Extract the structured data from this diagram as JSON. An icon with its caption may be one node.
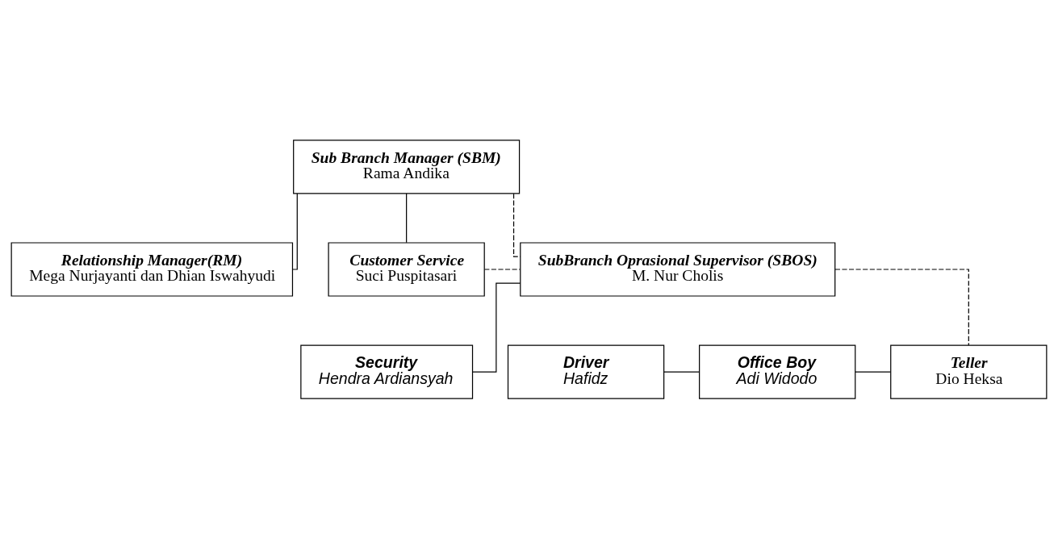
{
  "diagram": {
    "nodes": [
      {
        "text": [
          "Sub Branch Manager (SBM)",
          "Rama Andika"
        ]
      },
      {
        "text": [
          "Relationship Manager(RM)",
          "Mega Nurjayanti dan Dhian Iswahyudi"
        ]
      },
      {
        "text": [
          "Customer Service",
          "Suci Puspitasari"
        ]
      },
      {
        "text": [
          "SubBranch Oprasional Supervisor (SBOS)",
          "M. Nur Cholis"
        ]
      },
      {
        "text": [
          "Driver",
          "Hafidz"
        ]
      },
      {
        "text": [
          "Office Boy",
          "Adi Widodo"
        ]
      },
      {
        "text": [
          "Teller",
          "Dio Heksa"
        ]
      },
      {
        "text": [
          "Security",
          "Hendra Ardiansyah"
        ]
      }
    ],
    "edges": [
      {
        "from": 0,
        "to": 1,
        "arrow": "none"
      },
      {
        "from": 0,
        "to": 2,
        "arrow": "none"
      },
      {
        "from": 0,
        "to": 3,
        "arrow": "none",
        "style": "dashed"
      },
      {
        "from": 2,
        "to": 3,
        "arrow": "none",
        "style": "dashed"
      },
      {
        "from": 3,
        "to": 6,
        "arrow": "none",
        "style": "dashed"
      },
      {
        "from": 3,
        "to": 7,
        "arrow": "none"
      },
      {
        "from": 4,
        "to": 5,
        "arrow": "none"
      },
      {
        "from": 5,
        "to": 6,
        "arrow": "none"
      }
    ]
  }
}
